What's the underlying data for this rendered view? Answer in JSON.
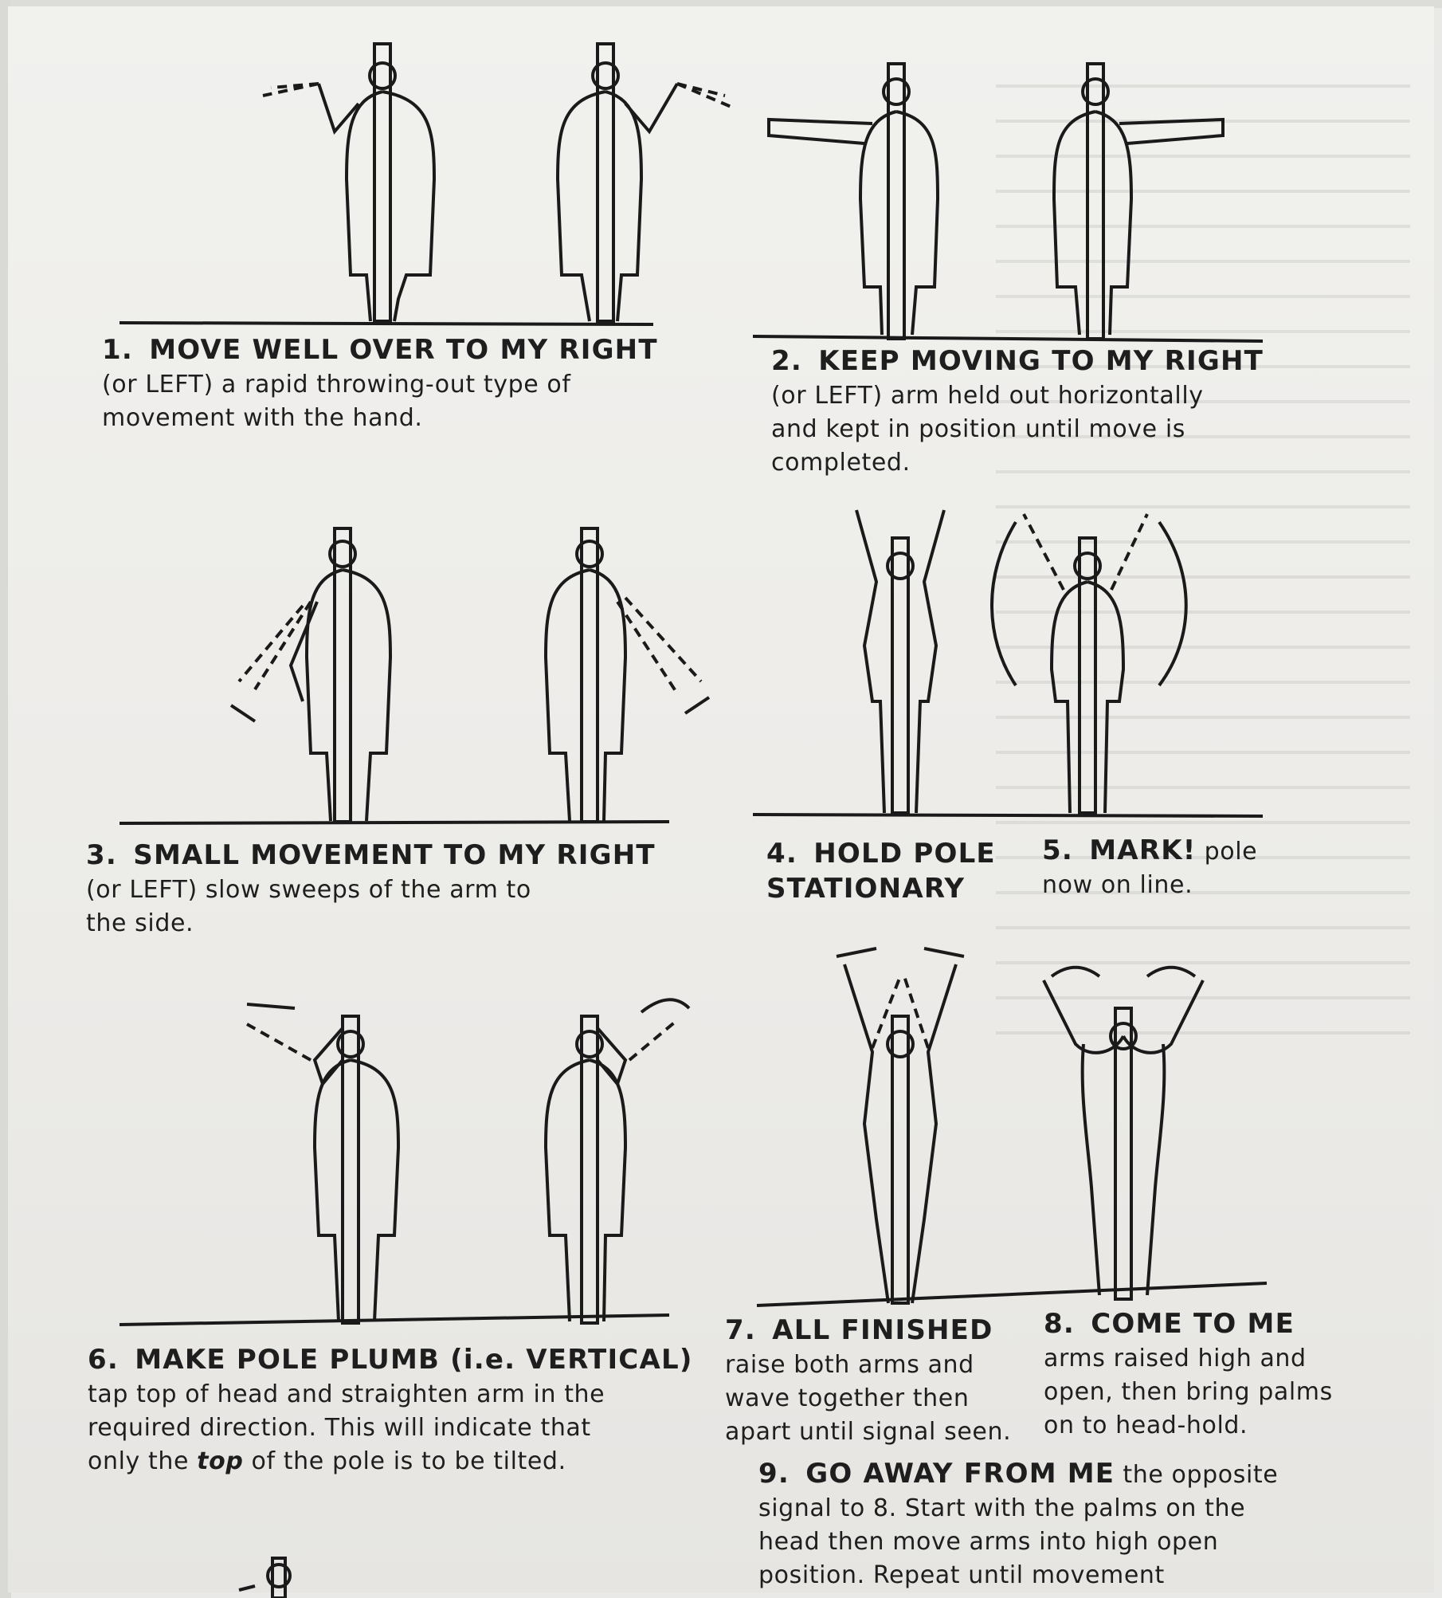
{
  "document": {
    "captions": {
      "c1": {
        "number": "1.",
        "heading": "MOVE WELL OVER TO MY RIGHT",
        "lines": [
          "(or LEFT) a rapid throwing-out type of",
          "movement with the hand."
        ]
      },
      "c2": {
        "number": "2.",
        "heading": "KEEP MOVING TO MY RIGHT",
        "lines": [
          "(or LEFT) arm held out horizontally",
          "and kept in position until move is",
          "completed."
        ]
      },
      "c3": {
        "number": "3.",
        "heading": "SMALL MOVEMENT TO MY RIGHT",
        "lines": [
          "(or LEFT) slow sweeps of the arm to",
          "the side."
        ]
      },
      "c4": {
        "number": "4.",
        "heading_lines": [
          "HOLD POLE",
          "STATIONARY"
        ]
      },
      "c5": {
        "number": "5.",
        "heading": "MARK!",
        "lines_first": "pole",
        "lines": [
          "now on line."
        ]
      },
      "c6": {
        "number": "6.",
        "heading": "MAKE POLE PLUMB (i.e. VERTICAL)",
        "lines": [
          "tap top of head and straighten arm in the",
          "required direction. This will indicate that"
        ],
        "last_prefix": "only the ",
        "last_em": "top",
        "last_suffix": " of the pole is to be tilted."
      },
      "c7": {
        "number": "7.",
        "heading": "ALL FINISHED",
        "lines": [
          "raise both arms and",
          "wave together then",
          "apart until signal seen."
        ]
      },
      "c8": {
        "number": "8.",
        "heading": "COME TO ME",
        "lines": [
          "arms raised high and",
          "open, then bring palms",
          "on to head-hold."
        ]
      },
      "c9": {
        "number": "9.",
        "heading": "GO AWAY FROM ME",
        "first_tail": "the opposite",
        "lines": [
          "signal to 8. Start with the palms on the",
          "head then move arms into high open",
          "position. Repeat until movement"
        ]
      }
    }
  }
}
